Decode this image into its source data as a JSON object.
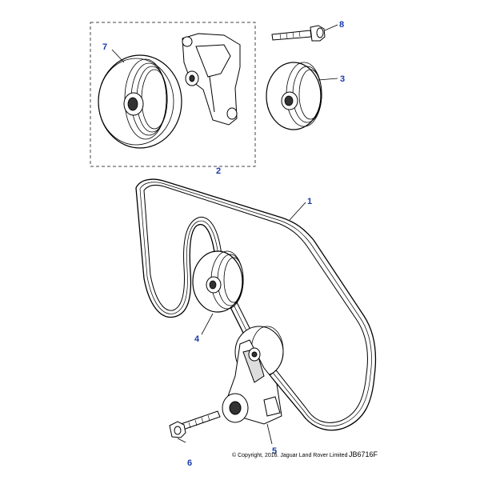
{
  "callouts": {
    "c1": "1",
    "c2": "2",
    "c3": "3",
    "c4": "4",
    "c5": "5",
    "c6": "6",
    "c7": "7",
    "c8": "8"
  },
  "footer": {
    "copyright": "© Copyright, 2016. Jaguar Land Rover Limited",
    "reference": "JB6716F"
  },
  "colors": {
    "callout": "#1a3aa8",
    "line": "#000000"
  }
}
